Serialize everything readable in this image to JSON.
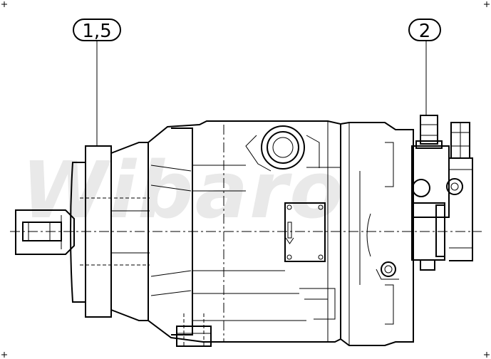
{
  "watermark": {
    "text": "Wibaro"
  },
  "callouts": [
    {
      "id": "callout-1",
      "label": "1,5"
    },
    {
      "id": "callout-2",
      "label": "2"
    }
  ]
}
